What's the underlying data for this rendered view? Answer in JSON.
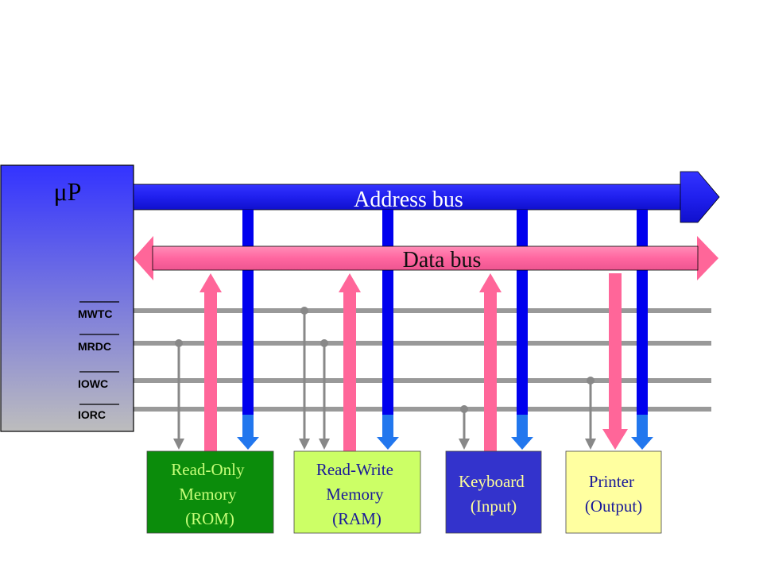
{
  "processor": {
    "label": "μP"
  },
  "buses": {
    "address": {
      "label": "Address bus"
    },
    "data": {
      "label": "Data bus"
    }
  },
  "control_signals": [
    "MWTC",
    "MRDC",
    "IOWC",
    "IORC"
  ],
  "devices": [
    {
      "lines": [
        "Read-Only",
        "Memory",
        "(ROM)"
      ],
      "fill": "#0b8c0b",
      "text_color": "#c8ff7a"
    },
    {
      "lines": [
        "Read-Write",
        "Memory",
        "(RAM)"
      ],
      "fill": "#ccff66",
      "text_color": "#1a1a99"
    },
    {
      "lines": [
        "Keyboard",
        "(Input)"
      ],
      "fill": "#3333cc",
      "text_color": "#ffff99"
    },
    {
      "lines": [
        "Printer",
        "(Output)"
      ],
      "fill": "#ffffa0",
      "text_color": "#1a1a99"
    }
  ],
  "colors": {
    "address_bus": "#1a1aff",
    "data_bus": "#ff6699",
    "control_line": "#999999",
    "processor_top": "#3333ff",
    "processor_bottom": "#bbbbbb"
  }
}
